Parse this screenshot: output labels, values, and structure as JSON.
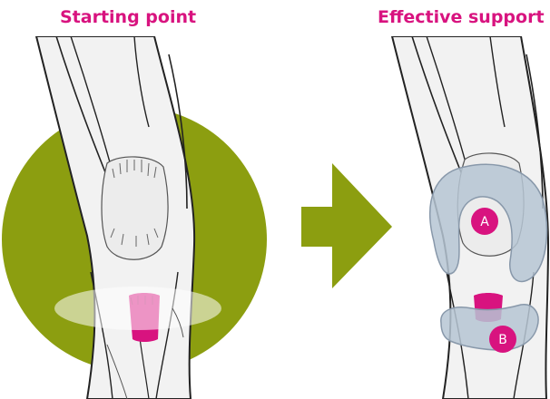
{
  "left_panel": {
    "title": "Starting point"
  },
  "right_panel": {
    "title": "Effective support",
    "labels": {
      "a": "A",
      "b": "B"
    }
  },
  "colors": {
    "accent": "#d8137f",
    "olive": "#8c9e10",
    "support_pad": "#b6c5d4",
    "bone": "#ececec"
  },
  "icons": {
    "arrow": "arrow-right-icon"
  }
}
